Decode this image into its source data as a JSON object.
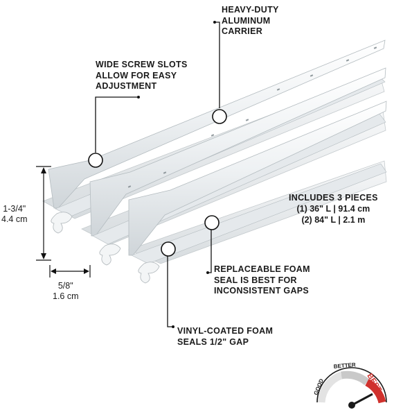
{
  "callouts": {
    "carrier": [
      "HEAVY-DUTY",
      "ALUMINUM",
      "CARRIER"
    ],
    "slots": [
      "WIDE SCREW SLOTS",
      "ALLOW FOR EASY",
      "ADJUSTMENT"
    ],
    "replaceable": [
      "REPLACEABLE FOAM",
      "SEAL IS BEST FOR",
      "INCONSISTENT GAPS"
    ],
    "vinyl": [
      "VINYL-COATED FOAM",
      "SEALS 1/2\" GAP"
    ]
  },
  "dimensions": {
    "height": [
      "1-3/4\"",
      "4.4 cm"
    ],
    "width": [
      "5/8\"",
      "1.6 cm"
    ]
  },
  "includes": {
    "heading": "INCLUDES 3 PIECES",
    "pieces": [
      "(1) 36\" L | 91.4 cm",
      "(2) 84\" L | 2.1 m"
    ]
  },
  "rating_gauge": {
    "labels": [
      "GOOD",
      "BETTER",
      "BEST"
    ],
    "selected": "BEST",
    "colors": {
      "best": "#d0312d",
      "needle": "#1a1a1a"
    }
  }
}
